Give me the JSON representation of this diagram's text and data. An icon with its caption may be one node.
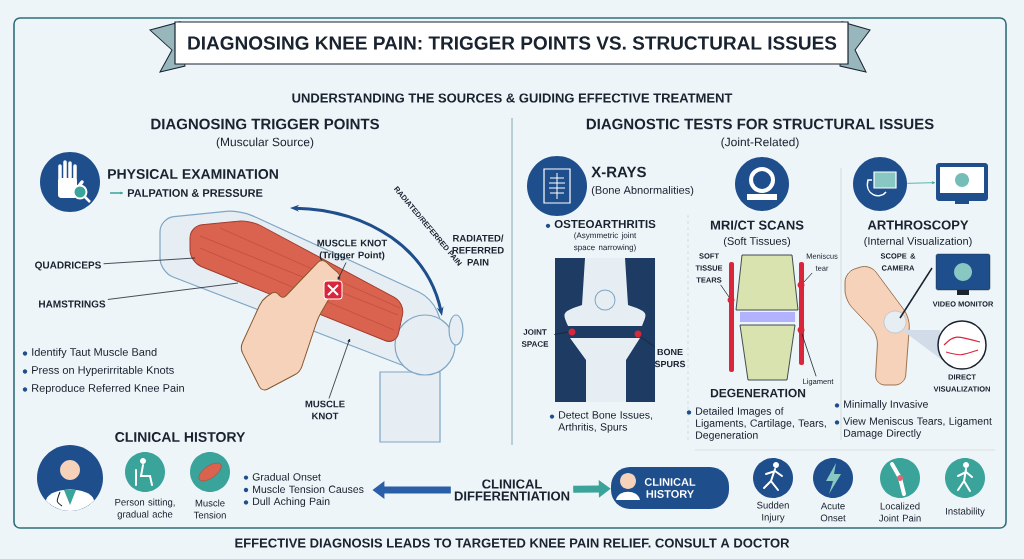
{
  "diagram": {
    "title": "DIAGNOSING KNEE PAIN: TRIGGER POINTS VS. STRUCTURAL ISSUES",
    "nodes": [
      {
        "text": [
          "QUADRICEPS"
        ]
      },
      {
        "text": [
          "HAMSTRINGS"
        ]
      },
      {
        "text": [
          "MUSCLE KNOT",
          "(Trigger Point)"
        ]
      },
      {
        "text": [
          "MUSCLE KNOT"
        ]
      },
      {
        "text": [
          "JOINT SPACE"
        ]
      },
      {
        "text": [
          "BONE SPURS"
        ]
      },
      {
        "text": [
          "SOFT TISSUE TEARS"
        ]
      },
      {
        "text": [
          "Meniscus tear"
        ]
      },
      {
        "text": [
          "Ligament"
        ]
      },
      {
        "text": [],
        "shape": "picture"
      },
      {
        "text": [],
        "shape": "picture"
      },
      {
        "text": [
          "CLINICAL DIFFERENTIATION"
        ]
      },
      {
        "text": [
          "Gradual Onset",
          "Muscle Tension Causes",
          "Dull Aching Pain"
        ]
      },
      {
        "text": [
          "CLINICAL HISTORY"
        ]
      },
      {
        "text": [],
        "shape": "picture"
      },
      {
        "text": [],
        "shape": "box",
        "in": 14
      },
      {
        "text": [],
        "shape": "picture"
      },
      {
        "text": [],
        "shape": "picture"
      }
    ],
    "edges": [
      {
        "from": 0,
        "to": 14,
        "arrow": "none"
      },
      {
        "from": 1,
        "to": 14,
        "arrow": "none"
      },
      {
        "from": 2,
        "to": 15,
        "arrow": "to"
      },
      {
        "from": 3,
        "to": 14,
        "arrow": "to"
      },
      {
        "from": 4,
        "to": 16,
        "arrow": "none"
      },
      {
        "from": 5,
        "to": 16,
        "arrow": "none"
      },
      {
        "from": 6,
        "to": 17,
        "arrow": "none"
      },
      {
        "from": 7,
        "to": 17,
        "arrow": "none"
      },
      {
        "from": 8,
        "to": 17,
        "arrow": "none"
      },
      {
        "from": 9,
        "to": 10,
        "arrow": "to",
        "color": "#3aa39a"
      },
      {
        "from": 11,
        "to": 12,
        "arrow": "to",
        "style": "thick",
        "color": "#2a5fa8"
      },
      {
        "from": 11,
        "to": 13,
        "arrow": "to",
        "style": "thick",
        "color": "#3aa39a"
      }
    ],
    "labels": [
      "UNDERSTANDING THE SOURCES & GUIDING EFFECTIVE TREATMENT",
      "DIAGNOSING TRIGGER POINTS",
      "(Muscular Source)",
      "DIAGNOSTIC TESTS FOR STRUCTURAL ISSUES",
      "(Joint-Related)",
      "PHYSICAL EXAMINATION",
      "PALPATION & PRESSURE",
      "X-RAYS",
      "(Bone Abnormalities)",
      "RADIATED/REFERRED PAIN",
      "RADIATED/ REFERRED PAIN",
      "OSTEOARTHRITIS",
      "(Asymmetric joint space narrowing)",
      "MRI/CT SCANS",
      "(Soft Tissues)",
      "ARTHROSCOPY",
      "(Internal Visualization)",
      "SCOPE & CAMERA",
      "VIDEO MONITOR",
      "DIRECT VISUALIZATION",
      "Identify Taut Muscle Band",
      "Press on Hyperirritable Knots",
      "Reproduce Referred Knee Pain",
      "DEGENERATION",
      "Detect Bone Issues, Arthritis, Spurs",
      "Detailed Images of Ligaments, Cartilage, Tears, Degeneration",
      "Minimally Invasive",
      "View Meniscus Tears, Ligament Damage Directly",
      "CLINICAL HISTORY",
      "Person sitting, gradual ache",
      "Muscle Tension",
      "Sudden Injury",
      "Acute Onset",
      "Localized Joint Pain",
      "Instability",
      "EFFECTIVE DIAGNOSIS LEADS TO TARGETED KNEE PAIN RELIEF. CONSULT A DOCTOR"
    ]
  }
}
